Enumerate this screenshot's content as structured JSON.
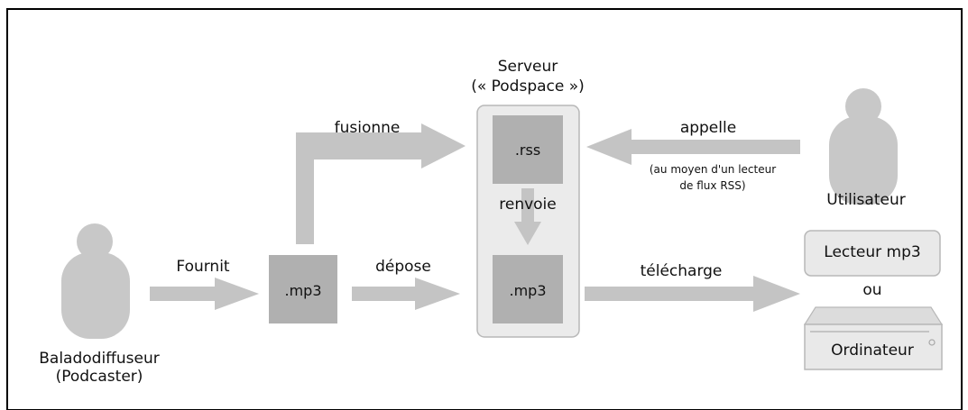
{
  "podcaster": {
    "label_line1": "Baladodiffuseur",
    "label_line2": "(Podcaster)"
  },
  "arrows": {
    "provides": "Fournit",
    "deposits": "dépose",
    "merges": "fusionne",
    "calls": "appelle",
    "calls_note_line1": "(au moyen d'un lecteur",
    "calls_note_line2": "de flux RSS)",
    "returns": "renvoie",
    "downloads": "télécharge"
  },
  "local_file": {
    "label": ".mp3"
  },
  "server": {
    "title_line1": "Serveur",
    "title_line2": "(« Podspace »)",
    "rss_label": ".rss",
    "mp3_label": ".mp3"
  },
  "user": {
    "label": "Utilisateur"
  },
  "devices": {
    "mp3_player": "Lecteur mp3",
    "or": "ou",
    "computer": "Ordinateur"
  },
  "colors": {
    "arrow": "#c4c4c4",
    "box": "#b0b0b0",
    "person": "#c8c8c8",
    "server_bg": "#ebebeb",
    "device_bg": "#e9e9e9"
  }
}
